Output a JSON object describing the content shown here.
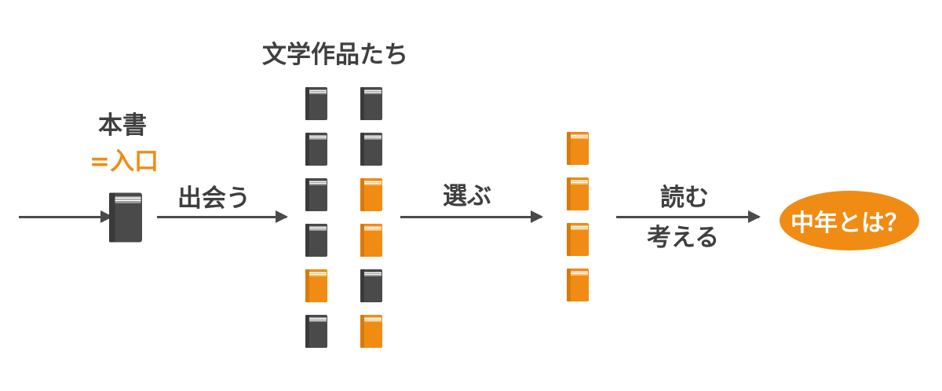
{
  "labels": {
    "book_title": "本書",
    "book_entry": "=入口",
    "meet": "出会う",
    "works": "文学作品たち",
    "choose": "選ぶ",
    "read": "読む",
    "think": "考える",
    "goal": "中年とは？"
  },
  "colors": {
    "dark_book": "#4a4a4a",
    "orange_book": "#f08c14",
    "accent": "#f08c14",
    "text": "#3f3f3f"
  },
  "library": {
    "left_column": [
      "dark",
      "dark",
      "dark",
      "dark",
      "orange",
      "dark"
    ],
    "right_column": [
      "dark",
      "dark",
      "orange",
      "orange",
      "dark",
      "orange"
    ]
  },
  "selected": [
    "orange",
    "orange",
    "orange",
    "orange"
  ],
  "icons": {
    "book": "book-icon",
    "arrow": "arrow-right-icon"
  }
}
